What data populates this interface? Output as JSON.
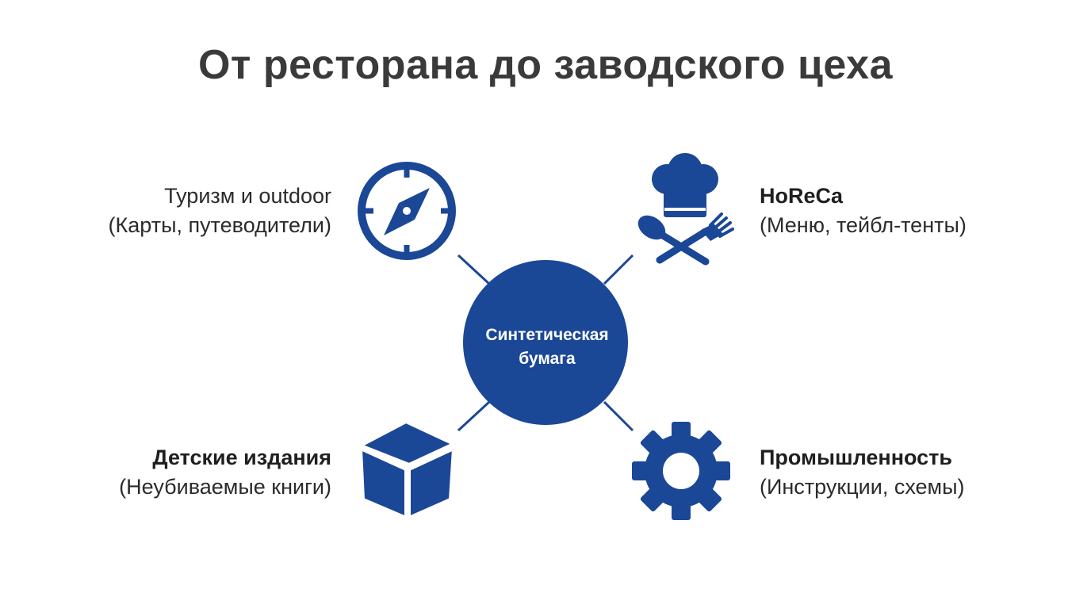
{
  "title": "От ресторана до заводского цеха",
  "center": {
    "line1": "Синтетическая",
    "line2": "бумага"
  },
  "colors": {
    "primary": "#1b4797",
    "title": "#3a3a3a",
    "text": "#2b2b2b"
  },
  "nodes": [
    {
      "id": "tourism",
      "icon": "compass-icon",
      "title": "Туризм и outdoor",
      "subtitle": "(Карты, путеводители)"
    },
    {
      "id": "horeca",
      "icon": "chef-hat-cutlery-icon",
      "title": "HoReCa",
      "subtitle": "(Меню, тейбл-тенты)"
    },
    {
      "id": "kids",
      "icon": "cube-icon",
      "title": "Детские издания",
      "subtitle": "(Неубиваемые книги)"
    },
    {
      "id": "industry",
      "icon": "gear-icon",
      "title": "Промышленность",
      "subtitle": "(Инструкции, схемы)"
    }
  ]
}
